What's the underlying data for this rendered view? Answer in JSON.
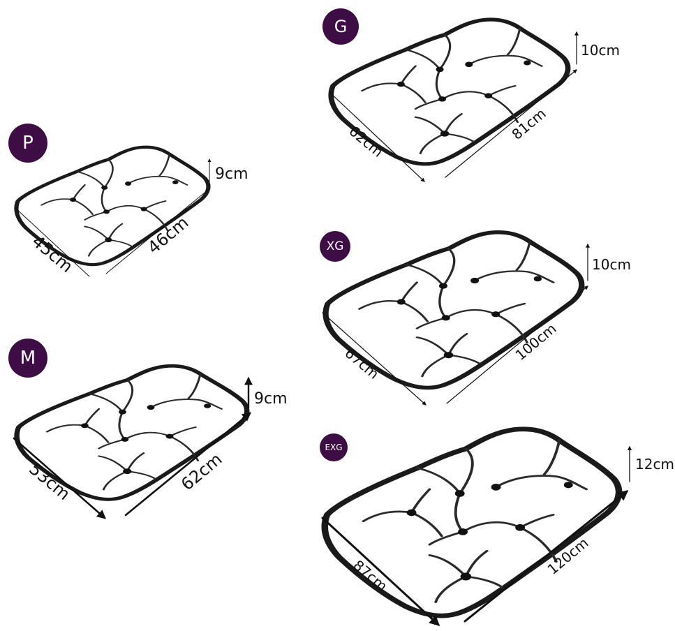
{
  "colors": {
    "accent": "#3f0d45",
    "ink": "#111111"
  },
  "sizes": [
    {
      "code": "P",
      "depth": "45cm",
      "width": "46cm",
      "height": "9cm"
    },
    {
      "code": "M",
      "depth": "53cm",
      "width": "62cm",
      "height": "9cm"
    },
    {
      "code": "G",
      "depth": "62cm",
      "width": "81cm",
      "height": "10cm"
    },
    {
      "code": "XG",
      "depth": "67cm",
      "width": "100cm",
      "height": "10cm"
    },
    {
      "code": "EXG",
      "depth": "87cm",
      "width": "120cm",
      "height": "12cm"
    }
  ]
}
